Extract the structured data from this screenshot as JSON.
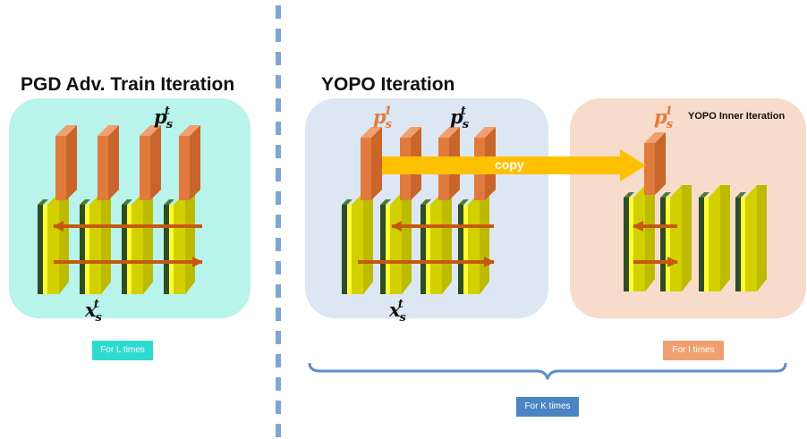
{
  "left": {
    "title": "PGD Adv. Train Iteration",
    "p_label": {
      "base": "p",
      "sub": "s",
      "sup": "t"
    },
    "x_label": {
      "base": "x",
      "sub": "s",
      "sup": "t"
    },
    "badge": "For L times"
  },
  "middle": {
    "title": "YOPO Iteration",
    "p1_label": {
      "base": "p",
      "sub": "s",
      "sup": "1"
    },
    "pt_label": {
      "base": "p",
      "sub": "s",
      "sup": "t"
    },
    "x_label": {
      "base": "x",
      "sub": "s",
      "sup": "t"
    },
    "copy_label": "copy"
  },
  "right": {
    "title": "YOPO Inner Iteration",
    "p1_label": {
      "base": "p",
      "sub": "s",
      "sup": "1"
    },
    "badge": "For I times"
  },
  "outer_badge": "For K times",
  "colors": {
    "left_panel": "#b8f3ec",
    "middle_panel": "#dce7f3",
    "right_panel": "#f8dccb",
    "orange_block": "#e07b3d",
    "layer_yellow": "#d2d000",
    "layer_dark": "#2e4d20",
    "arrow": "#c65911",
    "copy_arrow": "#ffc000",
    "dashed_line": "#7fa6d3",
    "brace": "#5b8fc9",
    "badge_left": "#2ddad0",
    "badge_right": "#f0a070",
    "badge_outer": "#4a84c4"
  }
}
